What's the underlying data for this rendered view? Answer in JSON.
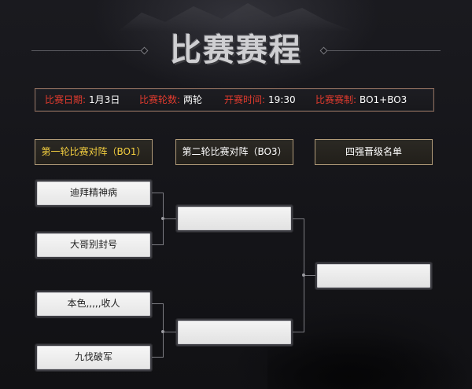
{
  "title": "比赛赛程",
  "info": {
    "date_label": "比赛日期:",
    "date_value": "1月3日",
    "rounds_label": "比赛轮数:",
    "rounds_value": "两轮",
    "start_label": "开赛时间:",
    "start_value": "19:30",
    "format_label": "比赛赛制:",
    "format_value": "BO1+BO3"
  },
  "columns": {
    "round1": "第一轮比赛对阵（BO1）",
    "round2": "第二轮比赛对阵（BO3）",
    "top4": "四强晋级名单"
  },
  "teams": {
    "r1_team1": "迪拜精神病",
    "r1_team2": "大哥别封号",
    "r1_team3": "本色,,,,,收人",
    "r1_team4": "九伐破军",
    "r2_slot1": "",
    "r2_slot2": "",
    "top4_slot": ""
  },
  "colors": {
    "label_red": "#e23b2e",
    "header_gold": "#f4cf3f",
    "background": "#16161a"
  }
}
